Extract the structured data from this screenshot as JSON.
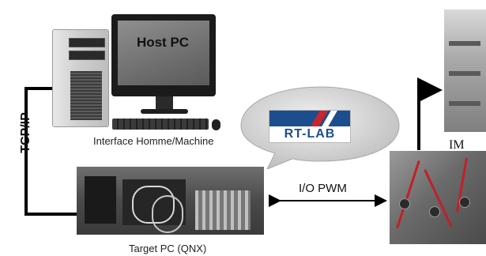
{
  "host": {
    "screen_label": "Host PC",
    "caption": "Interface Homme/Machine"
  },
  "link": {
    "tcp_label": "TCP/IP",
    "io_label": "I/O PWM"
  },
  "logo": {
    "text": "RT-LAB"
  },
  "target": {
    "caption": "Target PC (QNX)"
  },
  "machine": {
    "label": "IM"
  }
}
